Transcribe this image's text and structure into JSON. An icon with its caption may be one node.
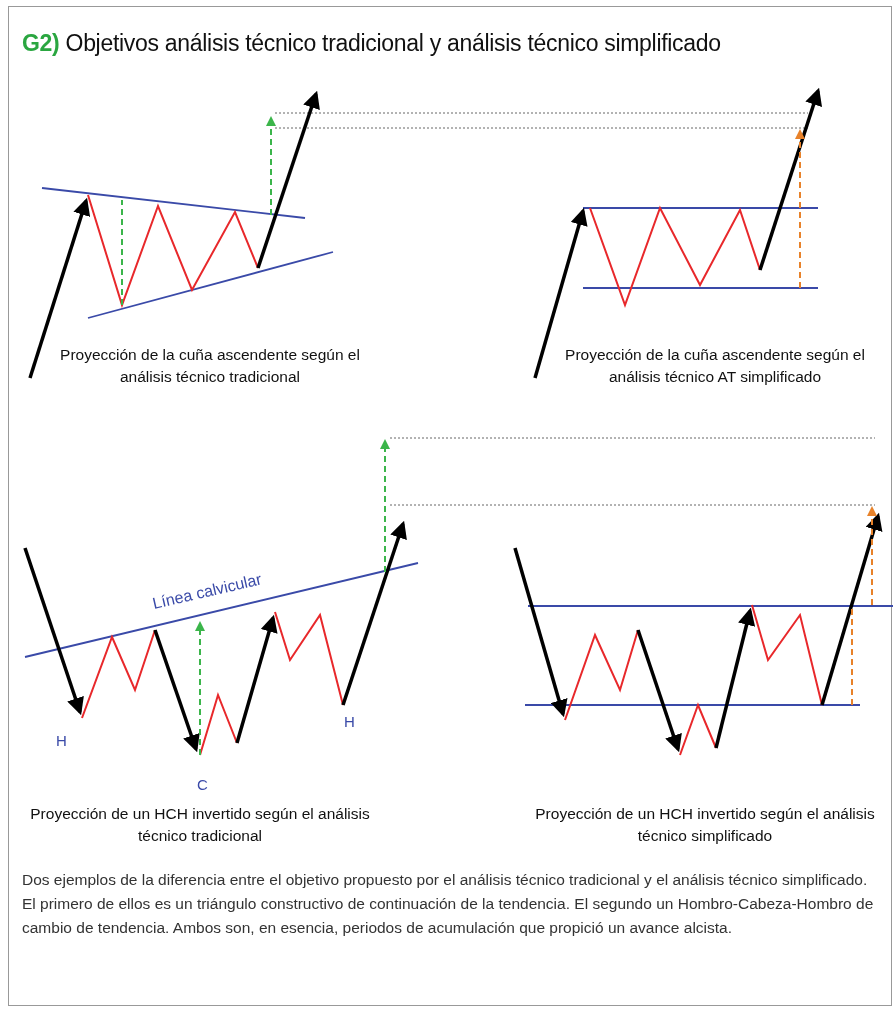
{
  "diagram": {
    "title": "**G2)** Objetivos análisis técnico tradicional y análisis técnico simplificado",
    "labels": [
      "Proyección de la cuña ascendente según el análisis técnico tradicional",
      "Proyección de la cuña ascendente según el análisis técnico AT simplificado",
      "Línea calvicular",
      "H",
      "C",
      "H",
      "Proyección de un HCH invertido según el análisis técnico tradicional",
      "Proyección de un HCH invertido según el análisis técnico simplificado"
    ],
    "caption": "Dos ejemplos de la diferencia entre el objetivo propuesto por el análisis técnico tradicional y el análisis técnico simplificado. El primero de ellos es un triángulo constructivo de continuación de la tendencia. El segundo un Hombro-Cabeza-Hombro de cambio de tendencia. Ambos son, en esencia, periodos de acumulación que propició un avance alcista."
  }
}
